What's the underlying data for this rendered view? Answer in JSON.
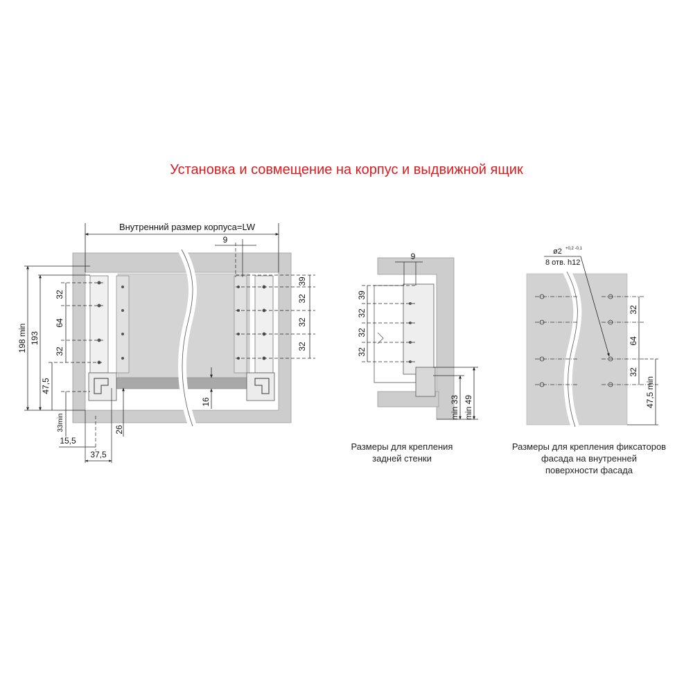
{
  "title": "Установка и совмещение на корпус и выдвижной ящик",
  "view1": {
    "inner_width_label": "Внутренний размер корпуса=LW",
    "dim_9": "9",
    "dim_39": "39",
    "dim_32": "32",
    "dim_64": "64",
    "dim_47_5": "47,5",
    "dim_198_min": "198 min",
    "dim_193": "193",
    "dim_33_min": "33min",
    "dim_15_5": "15,5",
    "dim_37_5": "37,5",
    "dim_26": "26",
    "dim_16": "16"
  },
  "view2": {
    "dim_9": "9",
    "dim_39": "39",
    "dim_32": "32",
    "dim_min_33": "min 33",
    "dim_min_49": "min 49",
    "caption_line1": "Размеры для крепления",
    "caption_line2": "задней стенки"
  },
  "view3": {
    "hole_diameter": "ø2",
    "hole_tolerance": "+0,2 -0,1",
    "hole_count": "8 отв. h12",
    "dim_32": "32",
    "dim_64": "64",
    "dim_47_5_min": "47,5 min",
    "caption_line1": "Размеры для крепления фиксаторов",
    "caption_line2": "фасада на внутренней",
    "caption_line3": "поверхности фасада"
  },
  "colors": {
    "title": "#e0191e",
    "panel": "#cdcdcd",
    "panel_dark": "#b4b4b4",
    "line": "#222222"
  }
}
